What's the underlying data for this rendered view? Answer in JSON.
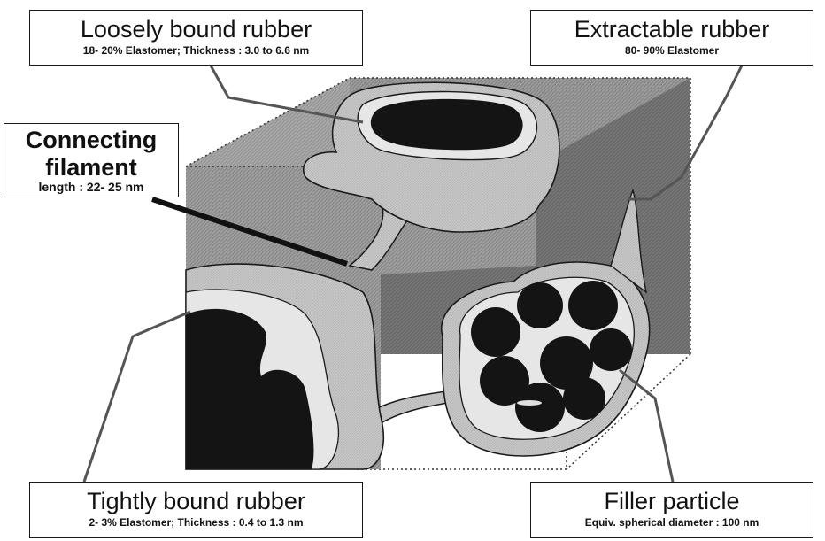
{
  "labels": {
    "loosely": {
      "title": "Loosely bound rubber",
      "detail": "18- 20% Elastomer; Thickness : 3.0 to 6.6 nm"
    },
    "extractable": {
      "title": "Extractable rubber",
      "detail": "80- 90% Elastomer"
    },
    "connecting": {
      "title_line1": "Connecting",
      "title_line2": "filament",
      "detail": "length : 22- 25 nm"
    },
    "tightly": {
      "title": "Tightly bound rubber",
      "detail": "2- 3% Elastomer; Thickness : 0.4 to 1.3 nm"
    },
    "filler": {
      "title": "Filler particle",
      "detail": "Equiv. spherical diameter : 100 nm"
    }
  },
  "colors": {
    "background": "#ffffff",
    "extractable_region": "#6e6e6e",
    "front_panel": "#8c8c8c",
    "loosely_bound_layer": "#c4c4c4",
    "tightly_bound_layer": "#e6e6e6",
    "filler_particle": "#141414",
    "outline": "#1a1a1a"
  }
}
